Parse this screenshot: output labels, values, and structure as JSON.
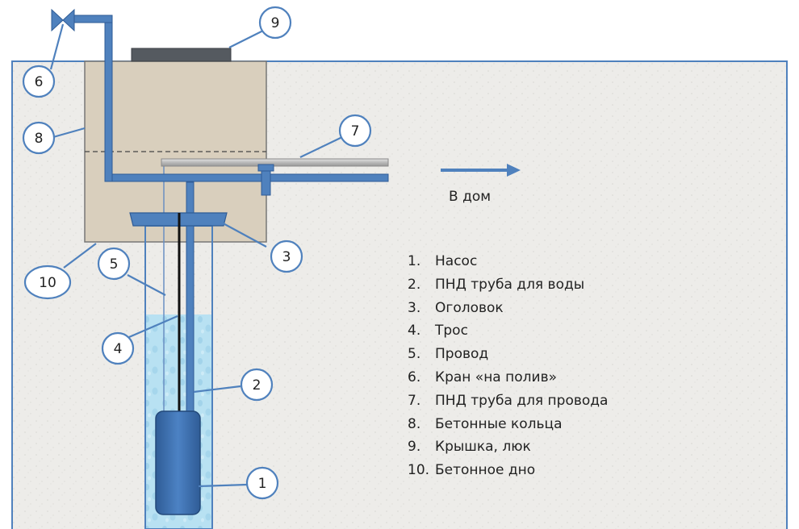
{
  "house_label": "В дом",
  "legend": [
    {
      "num": "1.",
      "text": "Насос"
    },
    {
      "num": "2.",
      "text": "ПНД труба для воды"
    },
    {
      "num": "3.",
      "text": "Оголовок"
    },
    {
      "num": "4.",
      "text": "Трос"
    },
    {
      "num": "5.",
      "text": "Провод"
    },
    {
      "num": "6.",
      "text": "Кран «на полив»"
    },
    {
      "num": "7.",
      "text": "ПНД труба для провода"
    },
    {
      "num": "8.",
      "text": "Бетонные кольца"
    },
    {
      "num": "9.",
      "text": "Крышка, люк"
    },
    {
      "num": "10.",
      "text": "Бетонное дно"
    }
  ],
  "callouts": [
    "1",
    "2",
    "3",
    "4",
    "5",
    "6",
    "7",
    "8",
    "9",
    "10"
  ],
  "colors": {
    "ground": "#ecebe7",
    "ground_border": "#4f81bd",
    "concrete": "#d9cfbd",
    "pipe": "#4f81bd",
    "pipe_dark": "#2f5c96",
    "water": "#b9e2f3",
    "pump": "#3f6fb0",
    "cable": "#111111",
    "wire_pipe": "#b4b4b4",
    "hatch": "#555a60"
  }
}
